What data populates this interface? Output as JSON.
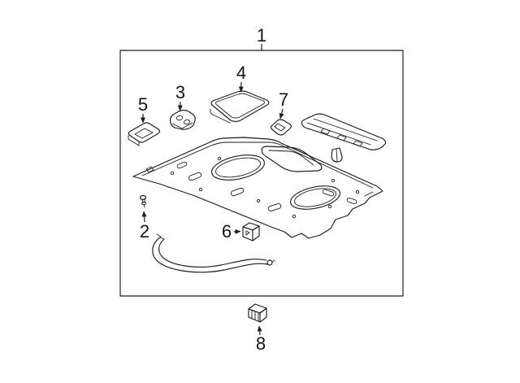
{
  "figure": {
    "background": "#ffffff",
    "ink": "#1c1c1c",
    "kind": "exploded-parts-line-drawing"
  },
  "callouts": [
    {
      "label": "1"
    },
    {
      "label": "2"
    },
    {
      "label": "3"
    },
    {
      "label": "4"
    },
    {
      "label": "5"
    },
    {
      "label": "6"
    },
    {
      "label": "7"
    },
    {
      "label": "8"
    }
  ]
}
